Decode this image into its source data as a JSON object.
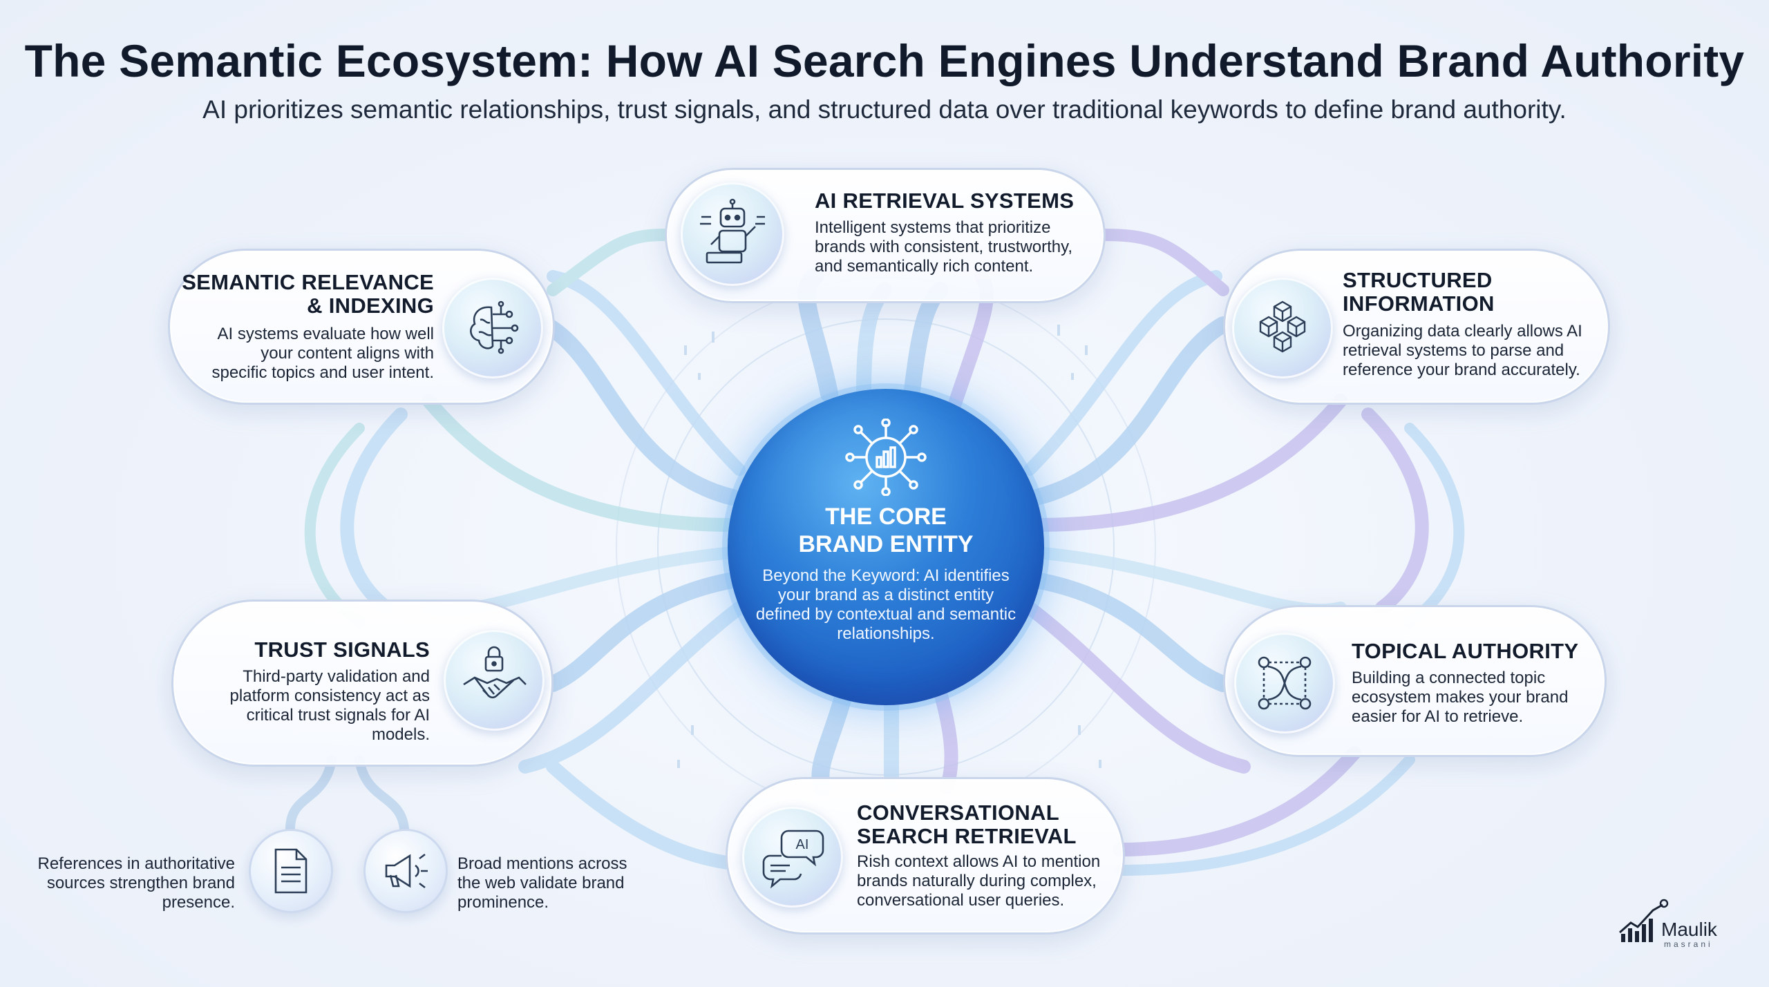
{
  "title": "The Semantic Ecosystem: How AI Search Engines Understand Brand Authority",
  "subtitle": "AI prioritizes semantic relationships, trust signals, and structured data over traditional keywords to define brand authority.",
  "core": {
    "title_line1": "THE CORE",
    "title_line2": "BRAND ENTITY",
    "body": "Beyond the Keyword: AI identifies your brand as a distinct entity defined by contextual and semantic relationships."
  },
  "nodes": {
    "retrieval": {
      "title": "AI RETRIEVAL SYSTEMS",
      "body": "Intelligent systems that prioritize brands with consistent, trustworthy, and semantically rich content.",
      "icon": "robot-icon"
    },
    "semantic": {
      "title_line1": "SEMANTIC RELEVANCE",
      "title_line2": "& INDEXING",
      "body": "AI systems evaluate how well your content aligns with specific topics and user intent.",
      "icon": "brain-circuit-icon"
    },
    "structured": {
      "title_line1": "STRUCTURED",
      "title_line2": "INFORMATION",
      "body": "Organizing data clearly allows AI retrieval systems to parse and reference your brand accurately.",
      "icon": "cubes-icon"
    },
    "trust": {
      "title": "TRUST SIGNALS",
      "body": "Third-party validation and platform consistency act as critical trust signals for AI models.",
      "icon": "handshake-lock-icon"
    },
    "topical": {
      "title": "TOPICAL AUTHORITY",
      "body": "Building a connected topic ecosystem makes your brand easier for AI to retrieve.",
      "icon": "topic-network-icon"
    },
    "conversational": {
      "title_line1": "CONVERSATIONAL",
      "title_line2": "SEARCH RETRIEVAL",
      "body": "Rish context allows AI to mention brands naturally during complex, conversational user queries.",
      "icon": "chat-bubbles-icon",
      "icon_label": "AI"
    }
  },
  "sub_nodes": {
    "references": {
      "body": "References in authoritative sources strengthen brand presence.",
      "icon": "document-icon"
    },
    "mentions": {
      "body": "Broad mentions across the web validate brand prominence.",
      "icon": "megaphone-icon"
    }
  },
  "logo": {
    "name": "Maulik",
    "sub": "masrani",
    "icon": "growth-chart-logo"
  },
  "colors": {
    "core": "#2d7fd8",
    "connector": "#b6d4f2",
    "connector_violet": "#c8c2ee",
    "card_border": "#c9d5ea"
  }
}
